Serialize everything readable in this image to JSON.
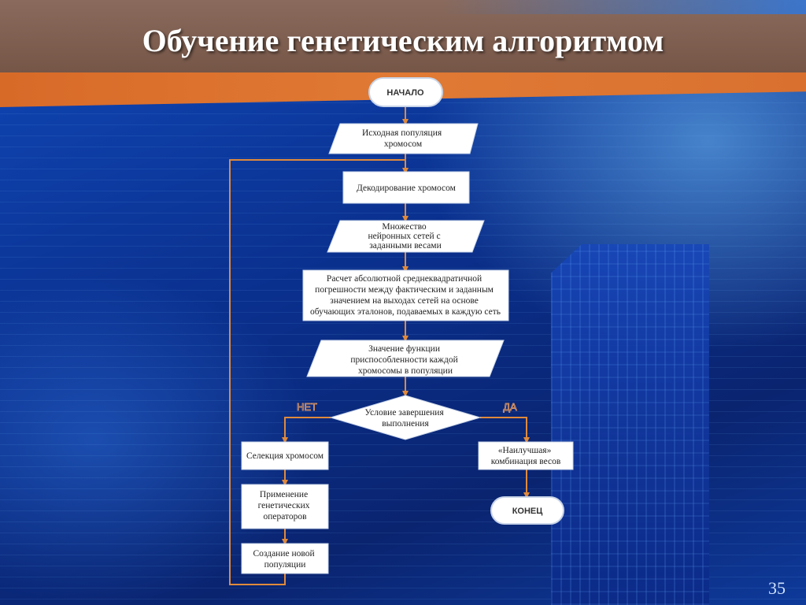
{
  "slide": {
    "title": "Обучение генетическим алгоритмом",
    "page_number": "35"
  },
  "flowchart": {
    "start": "НАЧАЛО",
    "initial_population": [
      "Исходная популяция",
      "хромосом"
    ],
    "decoding": [
      "Декодирование хромосом"
    ],
    "network_set": [
      "Множество",
      "нейронных сетей с",
      "заданными весами"
    ],
    "error_calc": [
      "Расчет абсолютной среднеквадратичной",
      "погрешности между фактическим и заданным",
      "значением на выходах сетей на основе",
      "обучающих эталонов, подаваемых в каждую сеть"
    ],
    "fitness": [
      "Значение функции",
      "приспособленности каждой",
      "хромосомы в популяции"
    ],
    "condition": [
      "Условие завершения",
      "выполнения"
    ],
    "no_label": "НЕТ",
    "yes_label": "ДА",
    "selection": [
      "Селекция хромосом"
    ],
    "genetic_ops": [
      "Применение",
      "генетических",
      "операторов"
    ],
    "new_population": [
      "Создание новой",
      "популяции"
    ],
    "best": [
      "«Наилучшая»",
      "комбинация весов"
    ],
    "end": "КОНЕЦ"
  },
  "colors": {
    "connector": "#e08a3c",
    "box_fill": "#ffffff",
    "accent_orange": "#d86a28",
    "header_brown": "#7a5a4b"
  }
}
